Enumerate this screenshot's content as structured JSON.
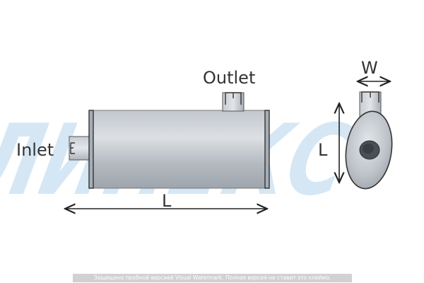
{
  "labels": {
    "outlet": "Outlet",
    "inlet": "Inlet",
    "length_side": "L",
    "length_end": "L",
    "width": "W"
  },
  "brand": {
    "logo_text": "ЛИНЕКС",
    "logo_color": "#d3e6f5"
  },
  "watermark": {
    "text": "Защищено пробной версией Visual Watermark. Полная версия не ставит это клеймо."
  },
  "colors": {
    "body_light": "#d9dde2",
    "body_mid": "#b6bcc4",
    "body_dark": "#9aa1aa",
    "outline": "#333333",
    "arrow": "#222222"
  }
}
